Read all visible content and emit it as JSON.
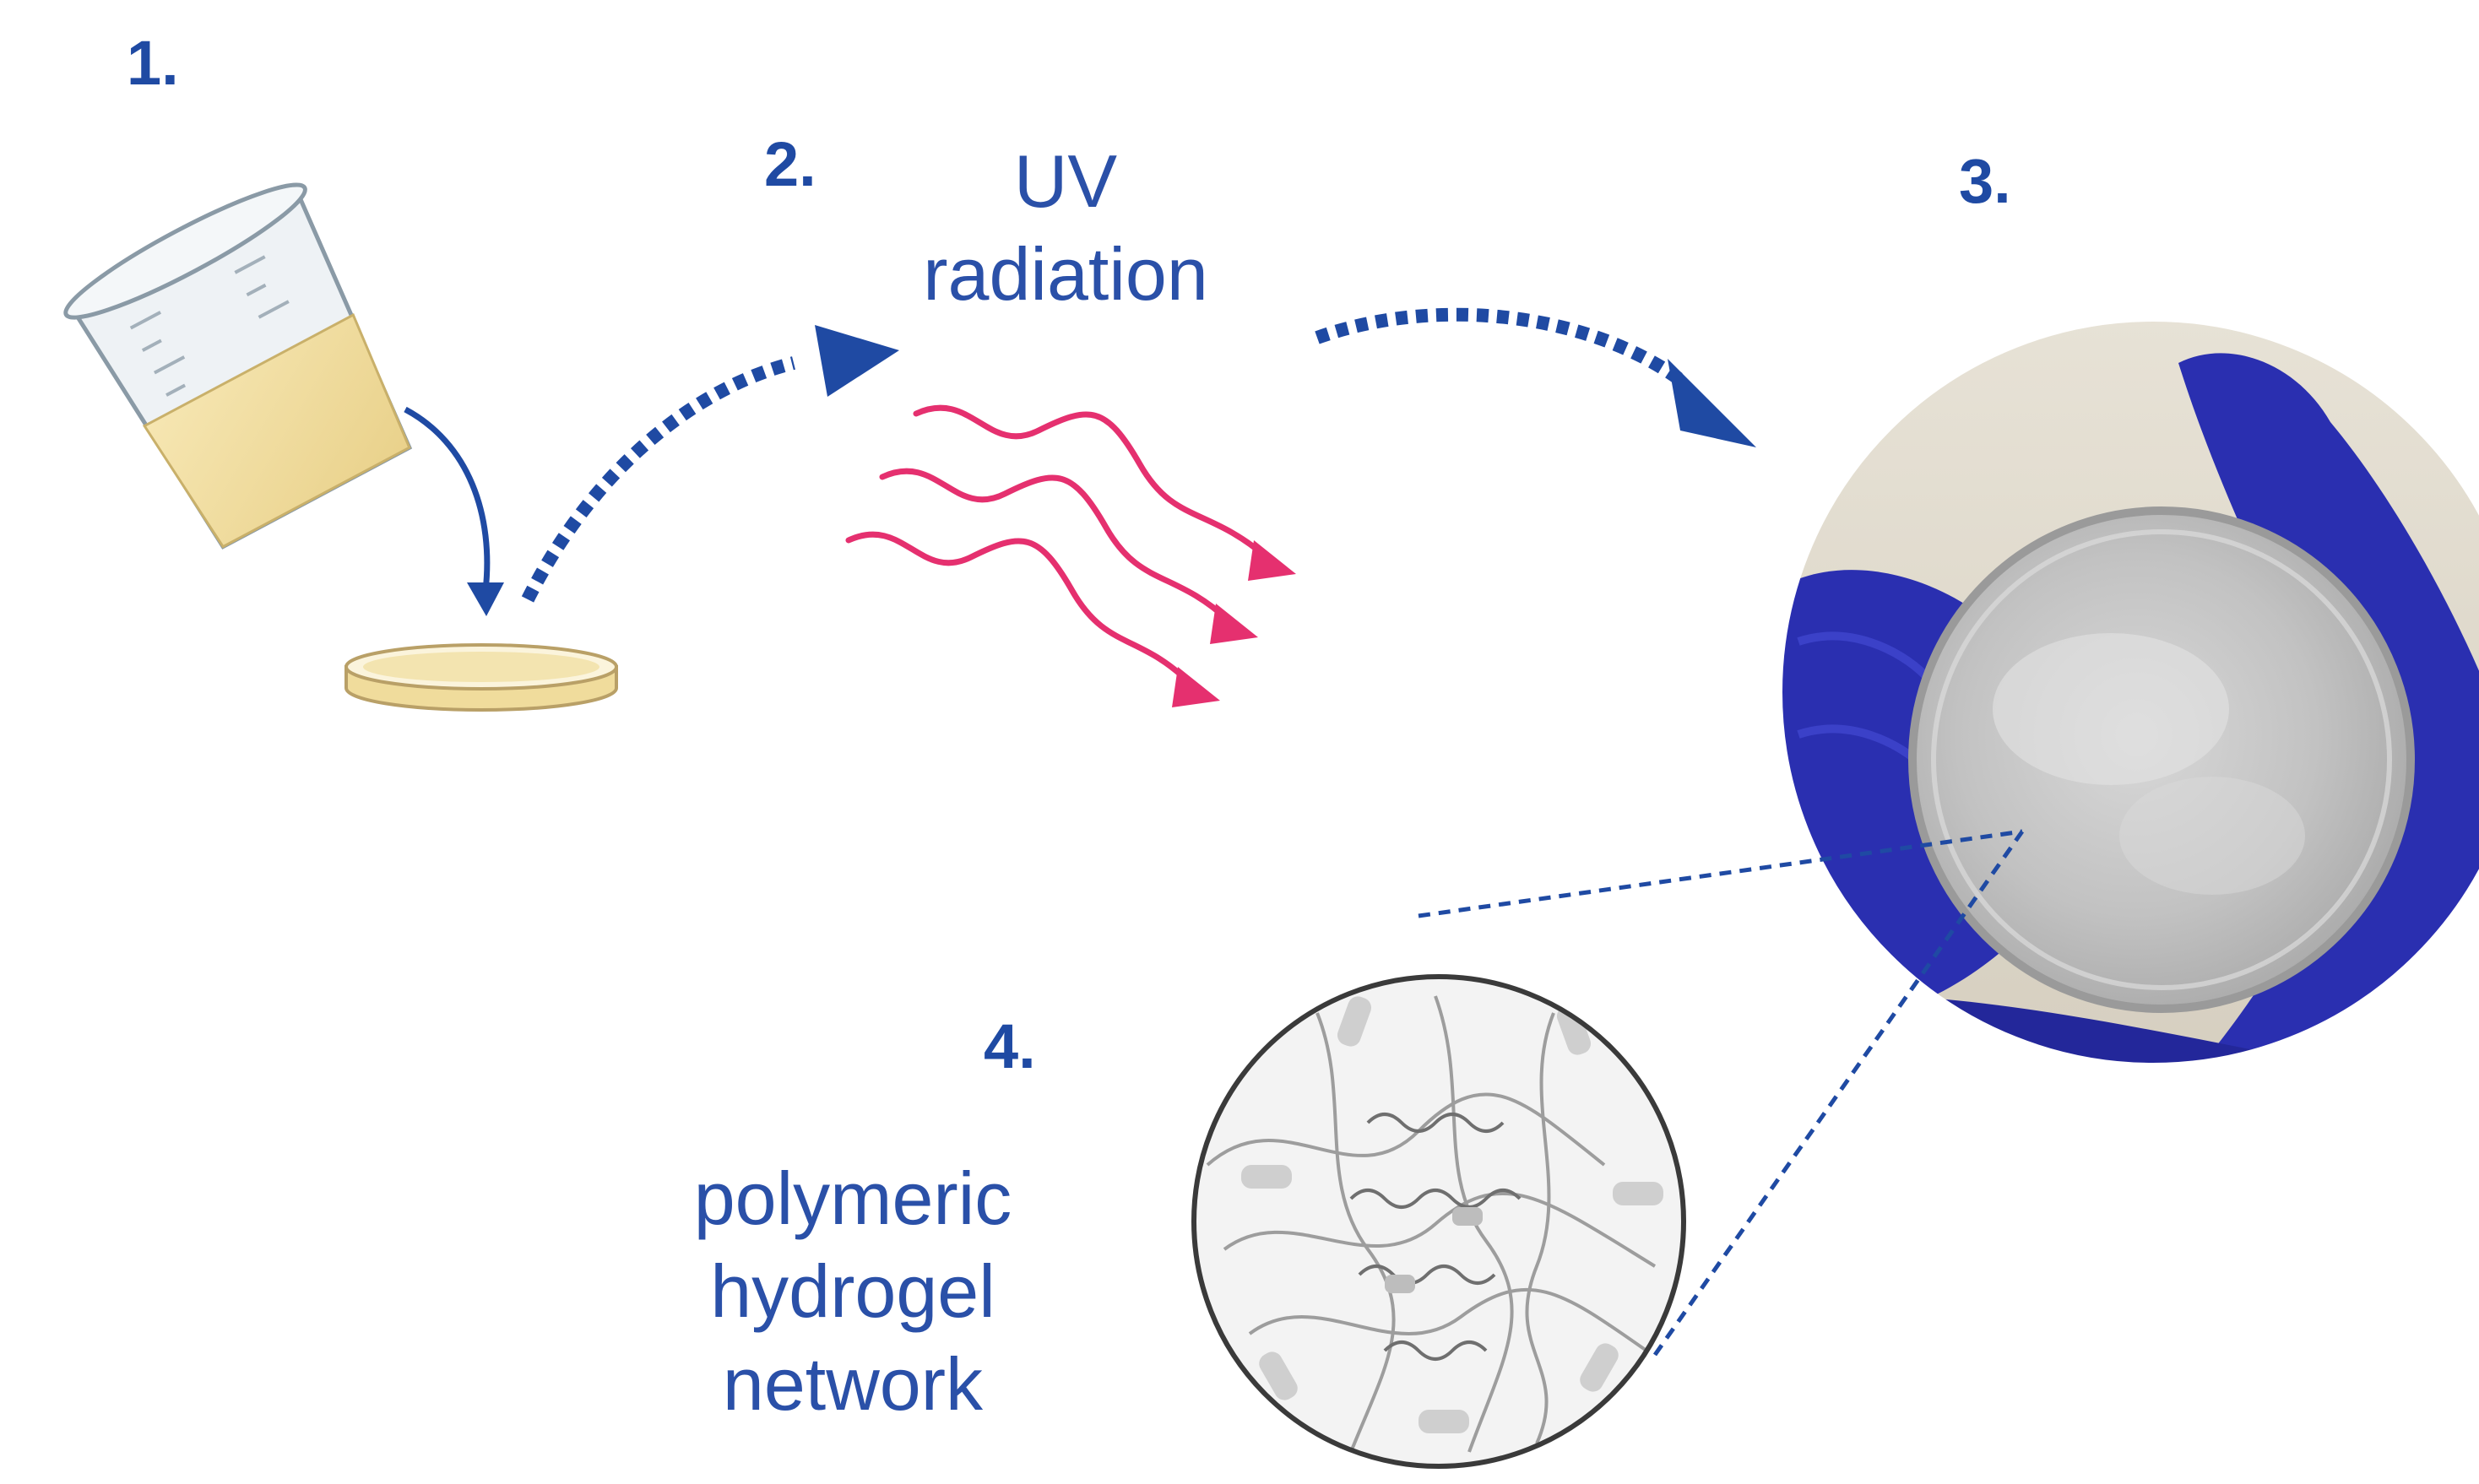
{
  "steps": {
    "step1": {
      "number": "1."
    },
    "step2": {
      "number": "2.",
      "label_line1": "UV",
      "label_line2": "radiation"
    },
    "step3": {
      "number": "3."
    },
    "step4": {
      "number": "4.",
      "label_line1": "polymeric",
      "label_line2": "hydrogel",
      "label_line3": "network"
    }
  },
  "colors": {
    "step_number": "#1f4aa3",
    "caption": "#2a50a8",
    "flow_arrow": "#1f4aa3",
    "uv_wave": "#e5306f",
    "liquid": "#f0dc9c",
    "glove": "#2a2fb0",
    "hydrogel": "#c9c9c9"
  },
  "icons": {
    "beaker": "beaker-icon",
    "petri_dish": "petri-dish-icon",
    "uv_waves": "uv-wave-icon",
    "hydrogel_photo": "hydrogel-disc-photo",
    "network_zoom": "polymer-network-zoom"
  }
}
